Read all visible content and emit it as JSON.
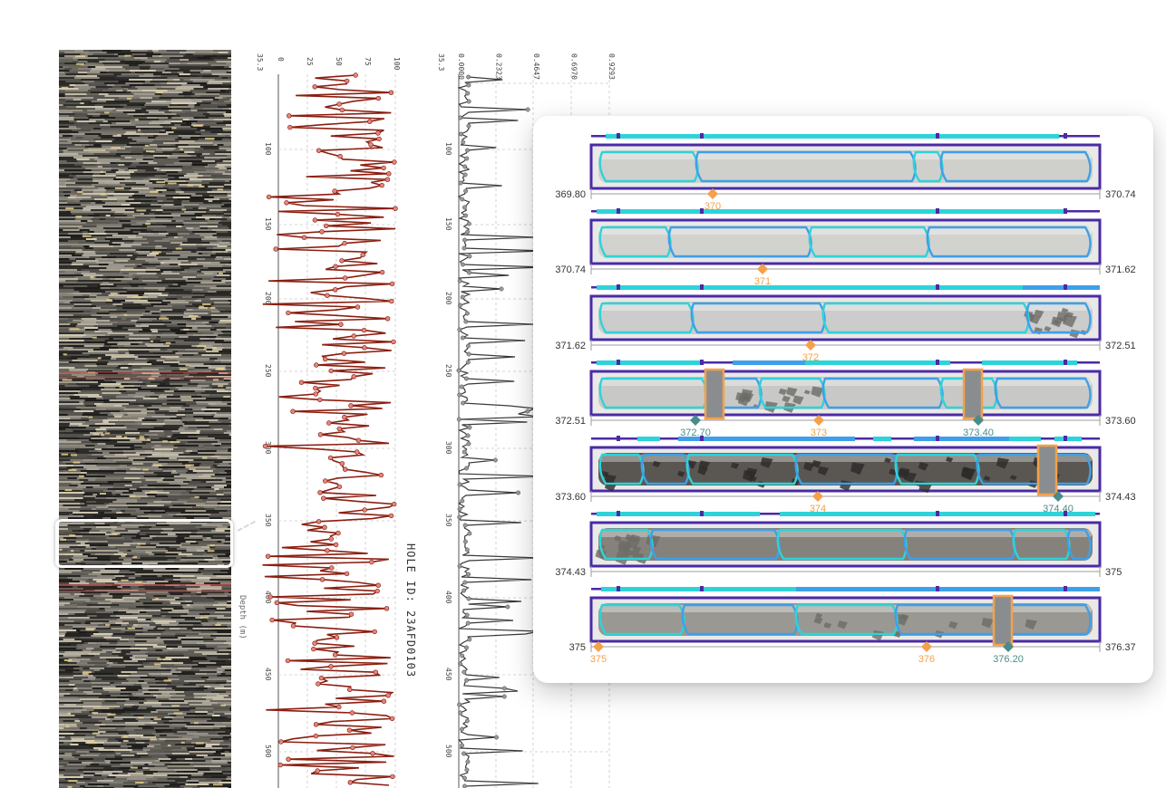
{
  "hole_id": "HOLE ID: 23AFD0103",
  "depth_axis_title": "Depth (m)",
  "plot1": {
    "top_tick_labels": [
      "0",
      "25",
      "50",
      "75",
      "100"
    ],
    "top_left_label": "35.3",
    "depth_labels": [
      "100",
      "150",
      "200",
      "250",
      "300",
      "350",
      "400",
      "450",
      "500"
    ],
    "line_color": "#8b1e10",
    "marker_color": "#e8857a"
  },
  "plot2": {
    "top_tick_labels": [
      "0.0000",
      "0.2323",
      "0.4647",
      "0.6970",
      "0.9293"
    ],
    "top_left_label": "35.3",
    "depth_labels": [
      "100",
      "150",
      "200",
      "250",
      "300",
      "350",
      "400",
      "450",
      "500"
    ],
    "line_color": "#3a3a3a",
    "marker_color": "#9a9a9a"
  },
  "colors": {
    "cyan": "#2ed3d8",
    "blue": "#3ea0e8",
    "purple": "#4b2aa6",
    "orange": "#f5a04b",
    "teal": "#4a8c8a",
    "core_strip_dark": "#3a3936"
  },
  "viewer": {
    "rows": [
      {
        "start": "369.80",
        "end": "370.74",
        "markers": [
          {
            "label": "370",
            "type": "meter"
          }
        ]
      },
      {
        "start": "370.74",
        "end": "371.62",
        "markers": [
          {
            "label": "371",
            "type": "meter"
          }
        ]
      },
      {
        "start": "371.62",
        "end": "372.51",
        "markers": [
          {
            "label": "372",
            "type": "meter"
          }
        ]
      },
      {
        "start": "372.51",
        "end": "373.60",
        "markers": [
          {
            "label": "372.70",
            "type": "block"
          },
          {
            "label": "373",
            "type": "meter"
          },
          {
            "label": "373.40",
            "type": "block"
          }
        ]
      },
      {
        "start": "373.60",
        "end": "374.43",
        "markers": [
          {
            "label": "374",
            "type": "meter"
          },
          {
            "label": "374.40",
            "type": "block"
          }
        ]
      },
      {
        "start": "374.43",
        "end": "375",
        "markers": []
      },
      {
        "start": "375",
        "end": "376.37",
        "markers": [
          {
            "label": "375",
            "type": "meter"
          },
          {
            "label": "376",
            "type": "meter"
          },
          {
            "label": "376.20",
            "type": "block"
          }
        ]
      }
    ]
  }
}
